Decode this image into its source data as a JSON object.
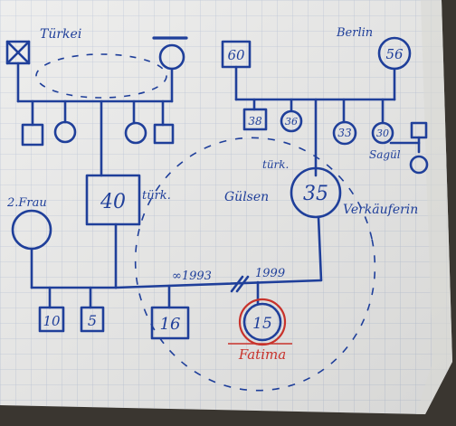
{
  "colors": {
    "ink": "#1f3f9a",
    "red": "#c8322b",
    "paper": "#ebebea",
    "grid": "#b9c3d6",
    "dark": "#3a3630"
  },
  "labels": {
    "turkei": "Türkei",
    "berlin": "Berlin",
    "zwei_frau": "2.Frau",
    "turk_father": "türk.",
    "turk_mother": "türk.",
    "guelsen": "Gülsen",
    "verkaeuferin": "Verkäuferin",
    "marriage": "∞1993",
    "divorce": "1999",
    "saguel": "Sagül",
    "fatima": "Fatima"
  },
  "ages": {
    "grandma_berlin": "56",
    "grandpa_berlin": "60",
    "aunt_38": "38",
    "aunt_36": "36",
    "aunt_33": "33",
    "aunt_30": "30",
    "father": "40",
    "mother": "35",
    "son_10": "10",
    "son_5": "5",
    "son_16": "16",
    "fatima": "15"
  }
}
